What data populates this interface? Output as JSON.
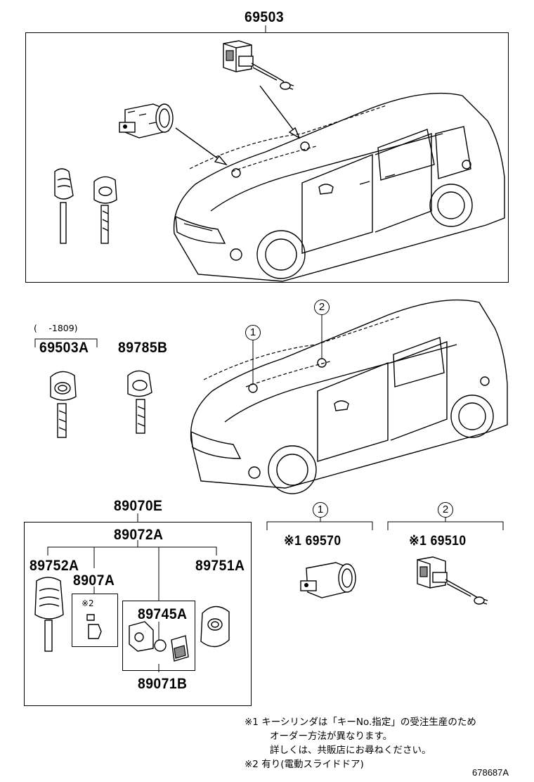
{
  "parts": {
    "assembly_top": "69503",
    "key_69503a": "69503A",
    "key_69503a_range": "(　 -1809)",
    "key_89785b": "89785B",
    "kit_89070e": "89070E",
    "kit_89072a": "89072A",
    "key_89752a": "89752A",
    "plate_8907a": "8907A",
    "plate_8907a_note": "※2",
    "key_89751a": "89751A",
    "case_89745a": "89745A",
    "case_89071b": "89071B",
    "cyl_69570": "※1 69570",
    "cyl_69510": "※1 69510"
  },
  "callouts": {
    "one": "1",
    "two": "2",
    "one_lower": "1",
    "two_lower": "2"
  },
  "notes": {
    "line1": "※1  キーシリンダは「キーNo.指定」の受注生産のため",
    "line2": "オーダー方法が異なります。",
    "line3": "詳しくは、共販店にお尋ねください。",
    "line4": "※2  有り(電動スライドドア)"
  },
  "figure_id": "678687A"
}
